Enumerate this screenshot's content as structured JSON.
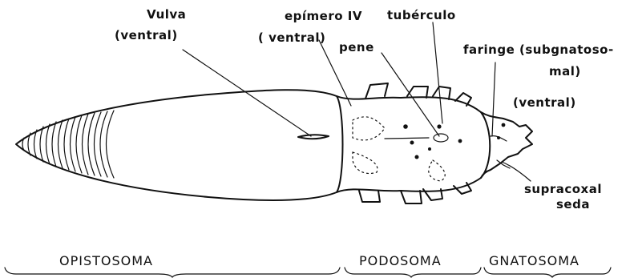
{
  "labels": {
    "vulva": "Vulva",
    "vulva_side": "(ventral)",
    "epimero": "epímero IV",
    "epimero_side": "( ventral)",
    "pene": "pene",
    "tuberculo": "tubérculo",
    "faringe_line1": "faringe (subgnatoso-",
    "faringe_line2": "mal)",
    "faringe_side": "(ventral)",
    "supracoxal_line1": "supracoxal",
    "supracoxal_line2": "seda"
  },
  "regions": {
    "opistosoma": "OPISTOSOMA",
    "podosoma": "PODOSOMA",
    "gnatosoma": "GNATOSOMA"
  }
}
